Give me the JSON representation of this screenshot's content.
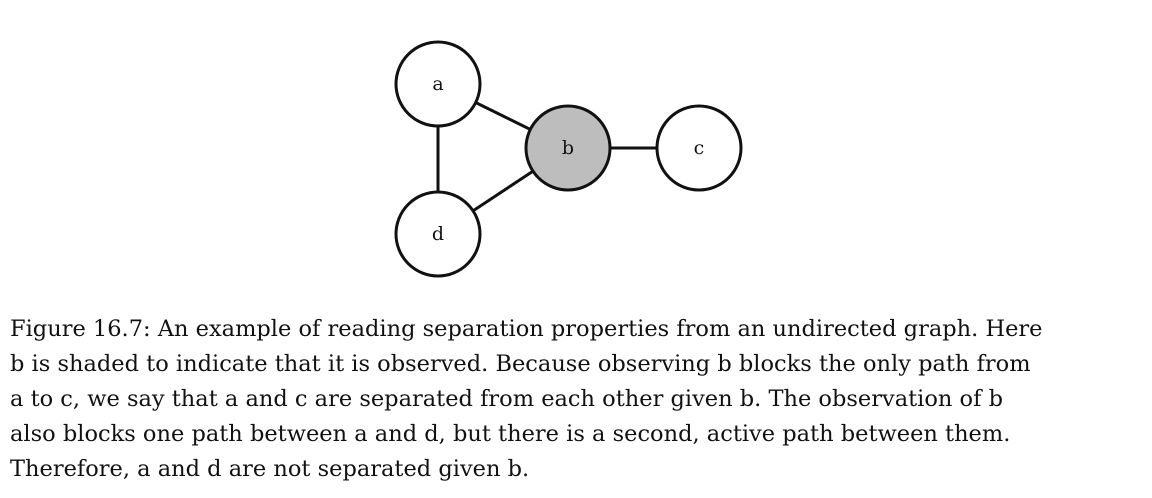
{
  "diagram": {
    "nodes": [
      {
        "id": "a",
        "label": "a",
        "observed": false
      },
      {
        "id": "b",
        "label": "b",
        "observed": true
      },
      {
        "id": "c",
        "label": "c",
        "observed": false
      },
      {
        "id": "d",
        "label": "d",
        "observed": false
      }
    ],
    "edges": [
      {
        "from": "a",
        "to": "b"
      },
      {
        "from": "a",
        "to": "d"
      },
      {
        "from": "b",
        "to": "c"
      },
      {
        "from": "d",
        "to": "b"
      }
    ],
    "colors": {
      "observed_fill": "#bdbdbd",
      "unobserved_fill": "#ffffff",
      "stroke": "#111111"
    }
  },
  "caption": {
    "lines": [
      "Figure 16.7: An example of reading separation properties from an undirected graph. Here",
      "b is shaded to indicate that it is observed. Because observing b blocks the only path from",
      "a to c, we say that a and c are separated from each other given b. The observation of b",
      "also blocks one path between a and d, but there is a second, active path between them.",
      "Therefore, a and d are not separated given b."
    ]
  }
}
